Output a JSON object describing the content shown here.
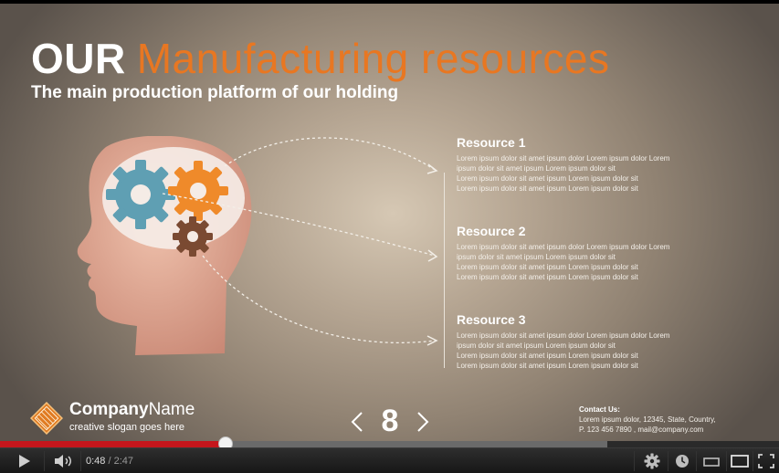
{
  "slide": {
    "title_a": "OUR",
    "title_b": "Manufacturing resources",
    "subtitle": "The main production platform of our holding",
    "resources": [
      {
        "title": "Resource 1",
        "lines": [
          "Lorem ipsum dolor sit amet ipsum dolor Lorem ipsum dolor Lorem",
          "ipsum dolor sit amet ipsum Lorem ipsum dolor sit",
          "Lorem ipsum dolor sit amet ipsum Lorem ipsum dolor sit",
          "Lorem ipsum dolor sit amet ipsum Lorem ipsum dolor sit"
        ]
      },
      {
        "title": "Resource 2",
        "lines": [
          "Lorem ipsum dolor sit amet ipsum dolor Lorem ipsum dolor Lorem",
          "ipsum dolor sit amet ipsum Lorem ipsum dolor sit",
          "Lorem ipsum dolor sit amet ipsum Lorem ipsum dolor sit",
          "Lorem ipsum dolor sit amet ipsum Lorem ipsum dolor sit"
        ]
      },
      {
        "title": "Resource 3",
        "lines": [
          "Lorem ipsum dolor sit amet ipsum dolor Lorem ipsum dolor Lorem",
          "ipsum dolor sit amet ipsum Lorem ipsum dolor sit",
          "Lorem ipsum dolor sit amet ipsum Lorem ipsum dolor sit",
          "Lorem ipsum dolor sit amet ipsum Lorem ipsum dolor sit"
        ]
      }
    ],
    "company_a": "Company",
    "company_b": "Name",
    "slogan": "creative slogan goes here",
    "page_number": "8",
    "contact_heading": "Contact Us:",
    "contact_lines": [
      "Lorem ipsum dolor, 12345,  State, Country,",
      "P. 123 456 7890 , mail@company.com"
    ],
    "colors": {
      "accent_orange": "#e87722",
      "gear_blue": "#5f9fb3",
      "gear_orange": "#ef8a2a",
      "gear_brown": "#7a4a32",
      "head_skin": "#d9a08c"
    }
  },
  "player": {
    "current_time": "0:48",
    "separator": "/",
    "duration": "2:47",
    "played_fraction": 0.29,
    "buffered_fraction": 0.78,
    "icons": {
      "play": "play-icon",
      "volume": "volume-icon",
      "settings": "gear-icon",
      "watch_later": "clock-icon",
      "small_player": "small-player-icon",
      "large_player": "large-player-icon",
      "fullscreen": "fullscreen-icon"
    },
    "colors": {
      "played": "#c4161c",
      "buffered": "#6a6a6a"
    }
  }
}
